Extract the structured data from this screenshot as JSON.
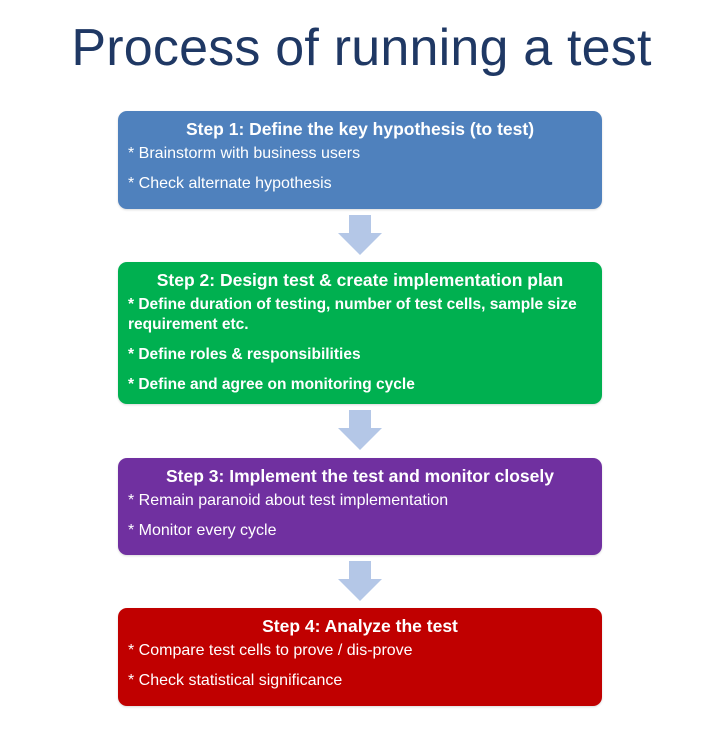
{
  "title": "Process of running a test",
  "steps": [
    {
      "title": "Step 1: Define the key hypothesis (to test)",
      "bullets": [
        "* Brainstorm with business users",
        "* Check alternate hypothesis"
      ],
      "color": "#4f81bd"
    },
    {
      "title": "Step 2: Design test & create implementation plan",
      "bullets": [
        "* Define duration of testing, number of test cells, sample size requirement etc.",
        "* Define roles & responsibilities",
        "* Define and agree on monitoring cycle"
      ],
      "color": "#00b050"
    },
    {
      "title": "Step 3: Implement the test and monitor closely",
      "bullets": [
        "* Remain paranoid about test implementation",
        "* Monitor every cycle"
      ],
      "color": "#7030a0"
    },
    {
      "title": "Step 4: Analyze the test",
      "bullets": [
        "* Compare test cells to prove / dis-prove",
        "* Check statistical significance"
      ],
      "color": "#c00000"
    }
  ],
  "arrow_color": "#b4c7e7",
  "icons": {
    "arrow": "down-arrow-icon"
  }
}
